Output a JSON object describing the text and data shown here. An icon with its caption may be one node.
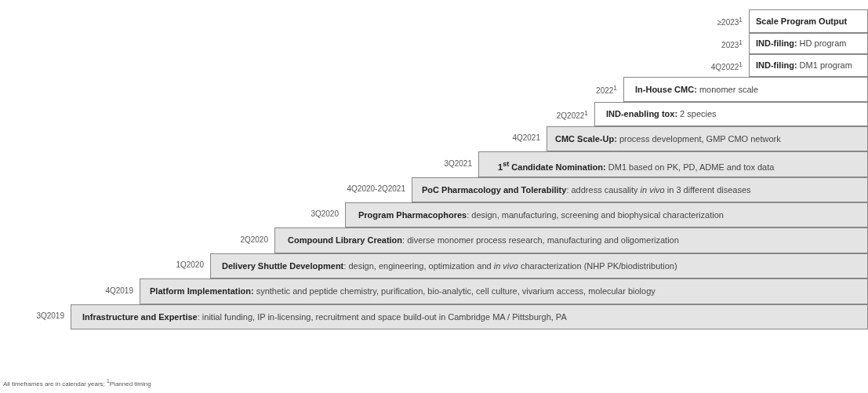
{
  "diagram": {
    "nodes": [
      {
        "text": [
          "**Scale Program Output**"
        ],
        "beside": [
          "≥2023$^{1}$"
        ]
      },
      {
        "text": [
          "**IND-filing:** HD program"
        ],
        "beside": [
          "2023$^{1}$"
        ]
      },
      {
        "text": [
          "**IND-filing:** DM1 program"
        ],
        "beside": [
          "4Q2022$^{1}$"
        ]
      },
      {
        "text": [
          "**In-House CMC:** monomer scale"
        ],
        "beside": [
          "2022$^{1}$"
        ]
      },
      {
        "text": [
          "**IND-enabling tox:** 2 species"
        ],
        "beside": [
          "2Q2022$^{1}$"
        ]
      },
      {
        "text": [
          "**CMC Scale-Up:** process development, GMP CMO network"
        ],
        "beside": [
          "4Q2021"
        ]
      },
      {
        "text": [
          "**1$^{st}$ Candidate Nomination:** DM1 based on PK, PD, ADME and tox data"
        ],
        "beside": [
          "3Q2021"
        ]
      },
      {
        "text": [
          "**PoC Pharmacology and Tolerability**: address causality *in vivo* in 3 different diseases"
        ],
        "beside": [
          "4Q2020-2Q2021"
        ]
      },
      {
        "text": [
          "**Program Pharmacophores**: design, manufacturing, screening and biophysical characterization"
        ],
        "beside": [
          "3Q2020"
        ]
      },
      {
        "text": [
          "**Compound Library Creation**: diverse monomer process research, manufacturing and oligomerization"
        ],
        "beside": [
          "2Q2020"
        ]
      },
      {
        "text": [
          "**Delivery Shuttle Development**: design, engineering, optimization and *in vivo* characterization (NHP PK/biodistribution)"
        ],
        "beside": [
          "1Q2020"
        ]
      },
      {
        "text": [
          "**Platform Implementation:** synthetic and peptide chemistry, purification, bio-analytic, cell culture, vivarium access, molecular biology"
        ],
        "beside": [
          "4Q2019"
        ]
      },
      {
        "text": [
          "**Infrastructure and Expertise**: initial funding, IP in-licensing, recruitment and space build-out in Cambridge MA / Pittsburgh, PA"
        ],
        "beside": [
          "3Q2019"
        ]
      }
    ],
    "labels": [
      "All timeframes are in calendar years; $^{1}$Planned timing"
    ]
  }
}
